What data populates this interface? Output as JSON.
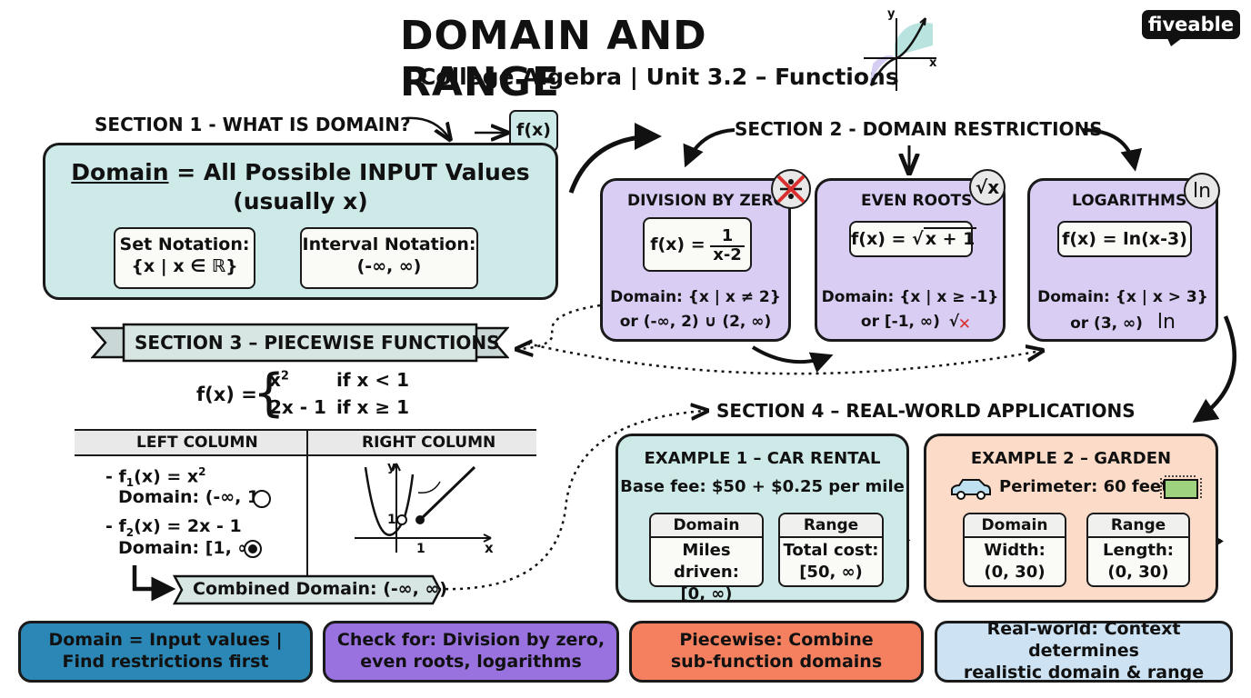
{
  "header": {
    "title": "DOMAIN AND RANGE",
    "subtitle": "College Algebra | Unit 3.2 – Functions",
    "graph_axis_x": "x",
    "graph_axis_y": "y",
    "brand_prefix": "five",
    "brand_suffix": "able"
  },
  "section1": {
    "title": "SECTION 1 - WHAT IS DOMAIN?",
    "badge": "f(x)",
    "def_term": "Domain",
    "def_rest": "= All Possible INPUT Values",
    "def_line2": "(usually x)",
    "set_label": "Set Notation:",
    "set_value": "{x | x ∈ ℝ}",
    "interval_label": "Interval Notation:",
    "interval_value": "(-∞, ∞)"
  },
  "section2": {
    "title": "SECTION 2 - DOMAIN RESTRICTIONS",
    "cards": [
      {
        "title": "DIVISION BY ZERO",
        "fn_prefix": "f(x) =",
        "fn_num": "1",
        "fn_den": "x-2",
        "domain_line1": "Domain: {x | x ≠ 2}",
        "domain_line2": "or (-∞, 2) ∪ (2, ∞)"
      },
      {
        "title": "EVEN ROOTS",
        "icon": "√x",
        "fn_prefix": "f(x) = √",
        "fn_radicand": "x + 1",
        "domain_line1": "Domain: {x | x ≥ -1}",
        "domain_line2": "or [-1, ∞)",
        "mark": "√"
      },
      {
        "title": "LOGARITHMS",
        "icon": "ln",
        "fn": "f(x) = ln(x-3)",
        "domain_line1": "Domain: {x | x > 3}",
        "domain_line2": "or (3, ∞)",
        "mark": "ln"
      }
    ]
  },
  "section3": {
    "title": "SECTION 3 – PIECEWISE FUNCTIONS",
    "fn_lhs": "f(x) =",
    "case1_expr": "x",
    "case1_sup": "2",
    "case1_cond": "if x < 1",
    "case2_expr": "2x - 1",
    "case2_cond": "if x ≥ 1",
    "left_header": "LEFT COLUMN",
    "right_header": "RIGHT COLUMN",
    "f1_pre": "- f",
    "f1_sub": "1",
    "f1_mid": "(x) = x",
    "f1_sup": "2",
    "f1_domain": "Domain: (-∞, 1)",
    "f2_pre": "- f",
    "f2_sub": "2",
    "f2_mid": "(x) = 2x - 1",
    "f2_domain": "Domain: [1, ∞)",
    "graph_y": "y",
    "graph_x": "x",
    "graph_one_y": "1",
    "graph_one_x": "1",
    "combined": "Combined Domain: (-∞, ∞)"
  },
  "section4": {
    "title": "SECTION 4 – REAL-WORLD APPLICATIONS",
    "examples": [
      {
        "title": "EXAMPLE 1 – CAR RENTAL",
        "desc": "Base fee: $50 + $0.25 per mile",
        "domain_head": "Domain",
        "domain_line1": "Miles driven:",
        "domain_line2": "[0, ∞)",
        "range_head": "Range",
        "range_line1": "Total cost:",
        "range_line2": "[50, ∞)"
      },
      {
        "title": "EXAMPLE 2 – GARDEN",
        "desc": "Perimeter: 60 feet",
        "domain_head": "Domain",
        "domain_line1": "Width:",
        "domain_line2": "(0, 30)",
        "range_head": "Range",
        "range_line1": "Length:",
        "range_line2": "(0, 30)"
      }
    ]
  },
  "summary": [
    {
      "line1": "Domain = Input values |",
      "line2": "Find restrictions first",
      "bg": "#2b87b5"
    },
    {
      "line1": "Check for: Division by zero,",
      "line2": "even roots, logarithms",
      "bg": "#9a72e0"
    },
    {
      "line1": "Piecewise: Combine",
      "line2": "sub-function domains",
      "bg": "#f4805f"
    },
    {
      "line1": "Real-world: Context determines",
      "line2": "realistic domain & range",
      "bg": "#cde3f3"
    }
  ],
  "colors": {
    "teal": "#cdeae8",
    "purple": "#d9cdf4",
    "peach": "#fcdcc9",
    "red_cross": "#d9302f"
  }
}
